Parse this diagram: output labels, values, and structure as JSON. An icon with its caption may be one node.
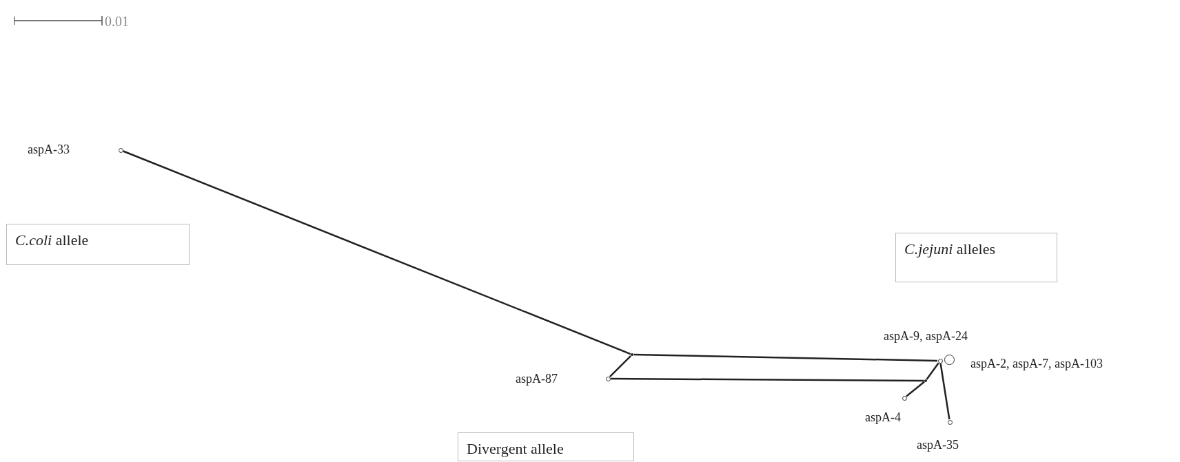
{
  "diagram": {
    "nodes": [
      {
        "text": [
          "*C.coli* allele"
        ]
      },
      {
        "text": [
          "*C.jejuni* alleles"
        ]
      },
      {
        "text": [
          "Divergent allele"
        ]
      },
      {
        "text": [],
        "shape": "circle",
        "beside": [
          "aspA-33"
        ]
      },
      {
        "text": [],
        "shape": "point"
      },
      {
        "text": [],
        "shape": "circle",
        "beside": [
          "aspA-87"
        ]
      },
      {
        "text": [],
        "shape": "point"
      },
      {
        "text": [],
        "shape": "circle",
        "beside": [
          "aspA-4"
        ]
      },
      {
        "text": [],
        "shape": "circle",
        "beside": [
          "aspA-9, aspA-24"
        ]
      },
      {
        "text": [],
        "shape": "circle",
        "beside": [
          "aspA-2, aspA-7, aspA-103"
        ]
      },
      {
        "text": [],
        "shape": "circle",
        "beside": [
          "aspA-35"
        ]
      }
    ],
    "edges": [
      {
        "from": 3,
        "to": 4,
        "arrow": "none"
      },
      {
        "from": 4,
        "to": 5,
        "arrow": "none"
      },
      {
        "from": 4,
        "to": 8,
        "arrow": "none"
      },
      {
        "from": 5,
        "to": 6,
        "arrow": "none"
      },
      {
        "from": 8,
        "to": 6,
        "arrow": "none"
      },
      {
        "from": 6,
        "to": 7,
        "arrow": "none"
      },
      {
        "from": 8,
        "to": 10,
        "arrow": "none"
      }
    ],
    "labels": [
      "0.01"
    ]
  }
}
